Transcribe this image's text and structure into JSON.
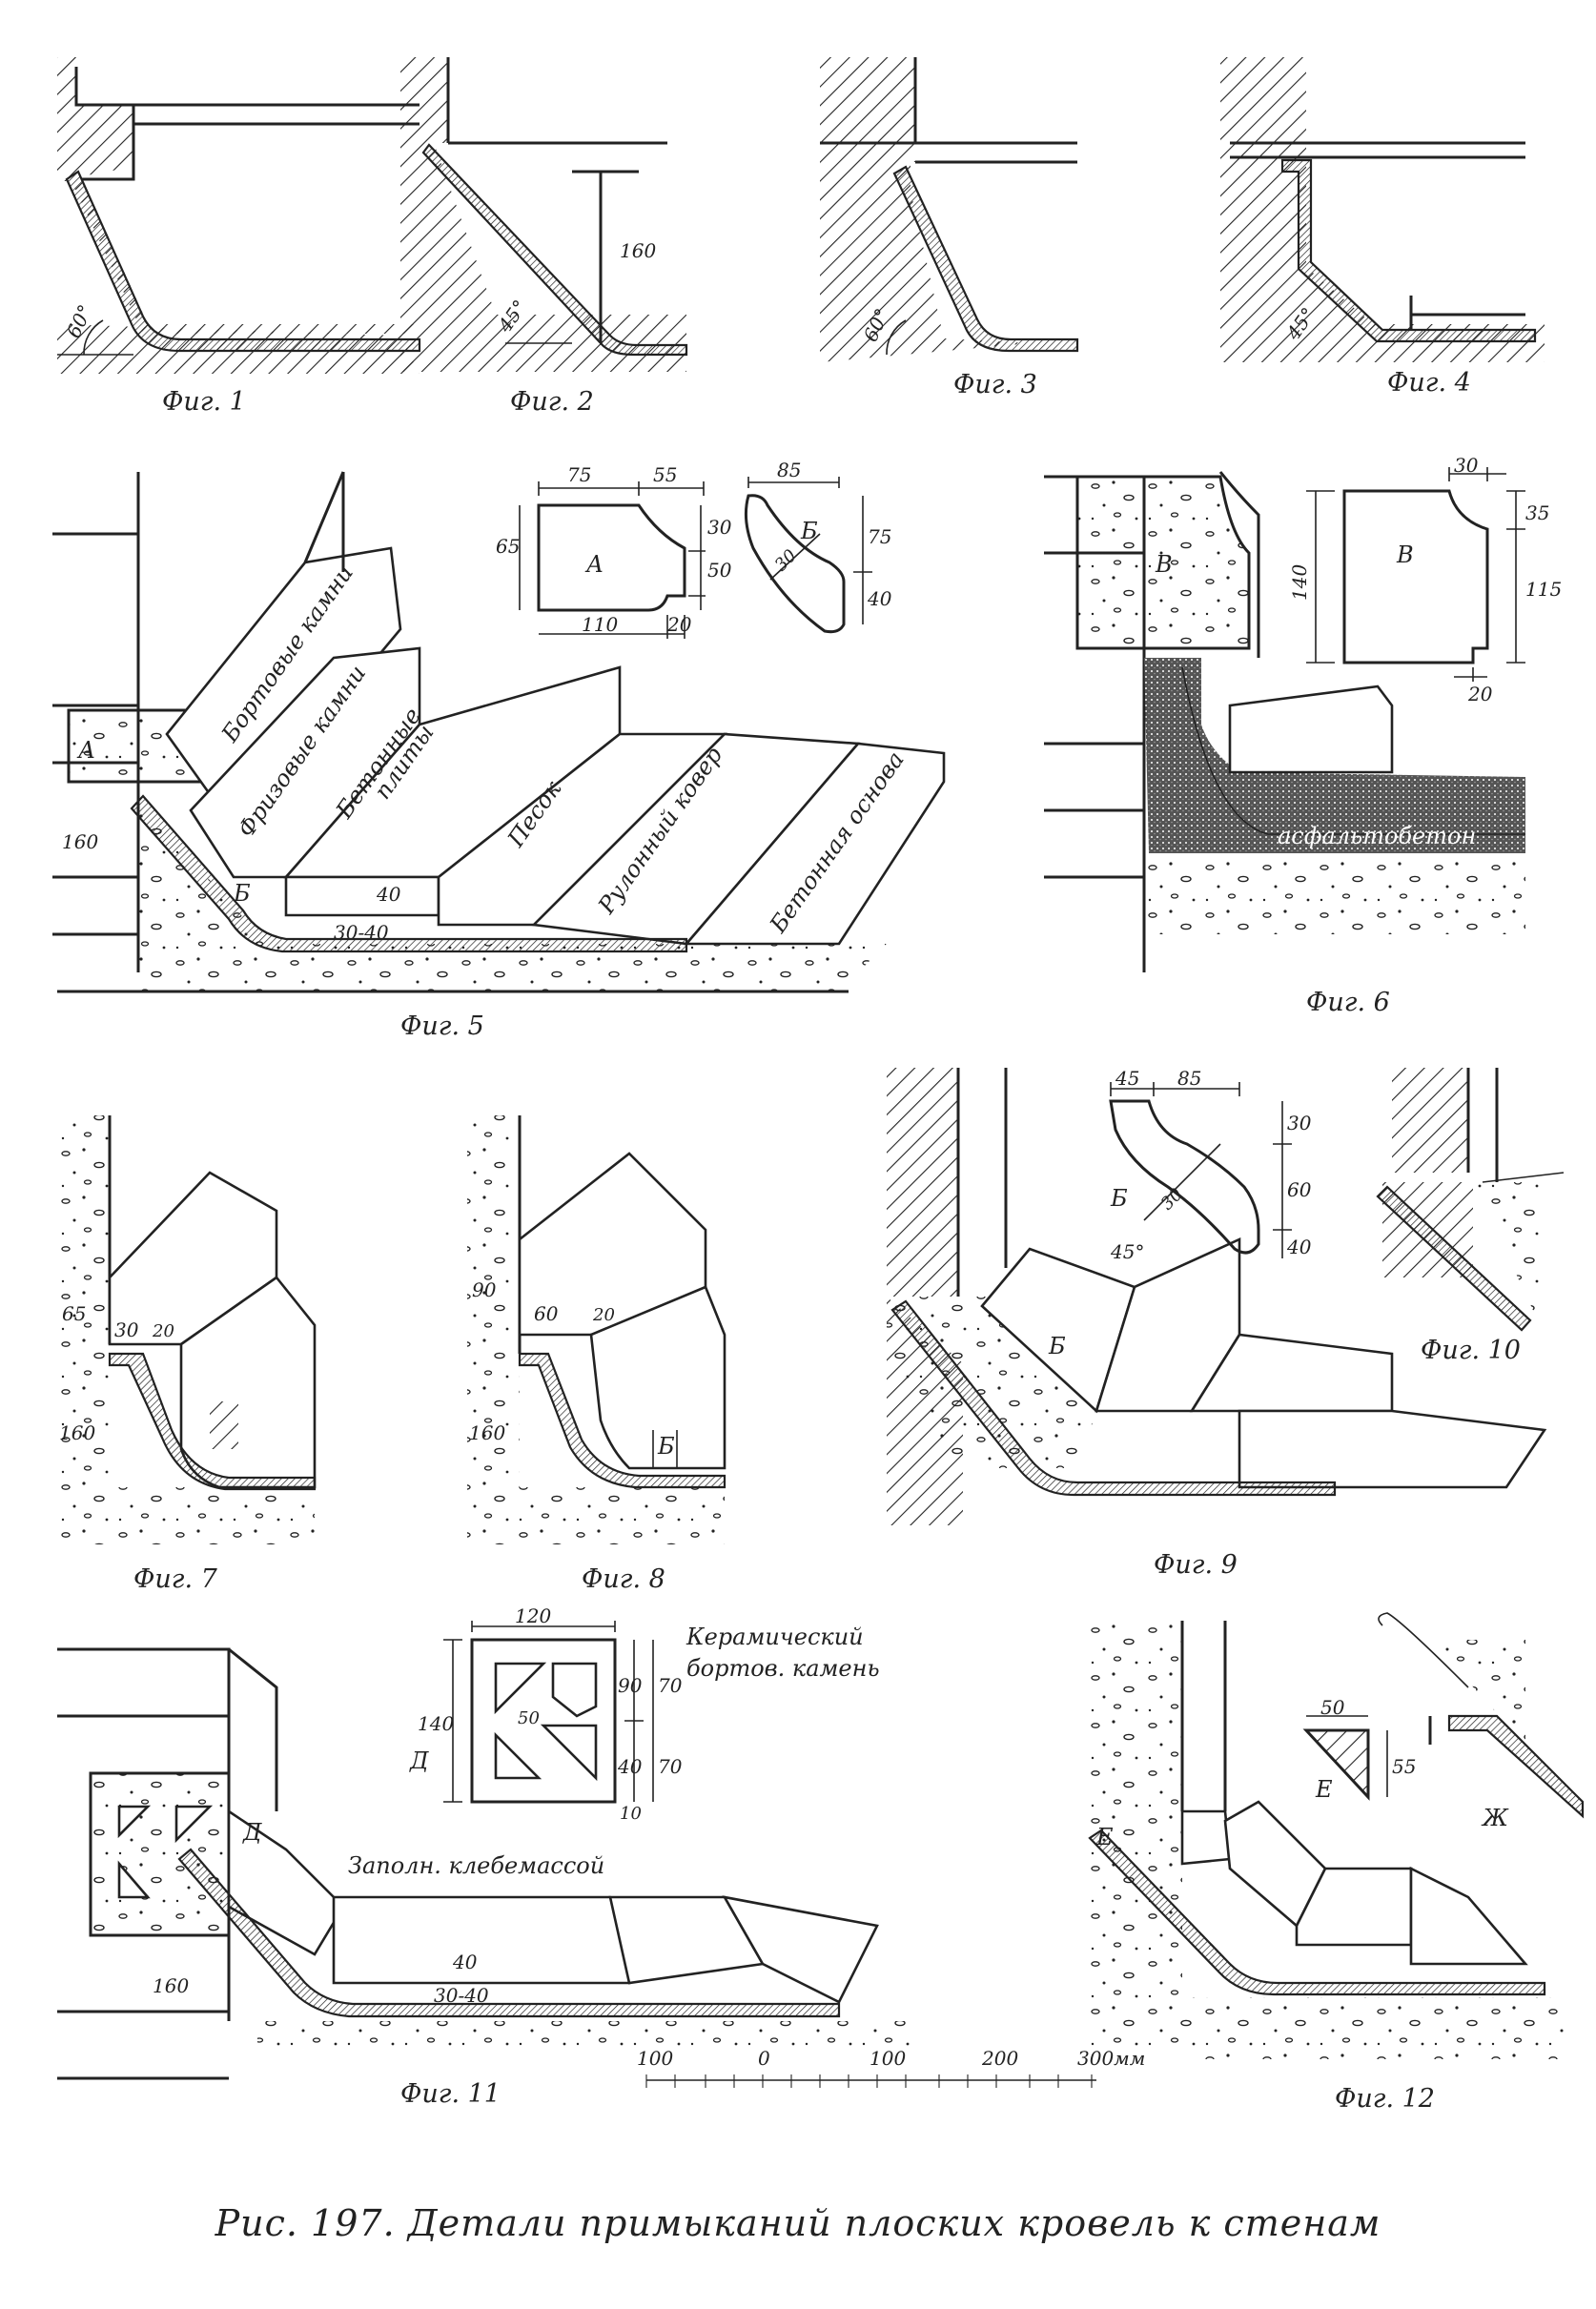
{
  "caption": "Рис. 197. Детали примыканий плоских кровель к стенам",
  "figures": [
    {
      "id": 1,
      "caption": "Фиг. 1",
      "labels": {
        "angle": "60°"
      }
    },
    {
      "id": 2,
      "caption": "Фиг. 2",
      "labels": {
        "angle": "45°",
        "height": "160"
      }
    },
    {
      "id": 3,
      "caption": "Фиг. 3",
      "labels": {
        "angle": "60°"
      }
    },
    {
      "id": 4,
      "caption": "Фиг. 4",
      "labels": {
        "angle": "45°"
      }
    },
    {
      "id": 5,
      "caption": "Фиг. 5",
      "labels": {
        "kerb_stones": "Бортовые камни",
        "frieze_stones": "Фризовые камни",
        "concrete_slabs_1": "Бетонные",
        "concrete_slabs_2": "плиты",
        "sand": "Песок",
        "roll_carpet": "Рулонный ковер",
        "concrete_base": "Бетонная основа",
        "mark_a": "А",
        "mark_b": "Б",
        "dim_160": "160",
        "dim_40": "40",
        "dim_30_40": "30-40"
      }
    },
    {
      "id": 6,
      "caption": "Фиг. 6",
      "labels": {
        "mark_v": "В",
        "asphalt": "асфальтобетон"
      }
    },
    {
      "id": 7,
      "caption": "Фиг. 7",
      "labels": {
        "dim_65": "65",
        "dim_30": "30",
        "dim_20": "20",
        "dim_160": "160"
      }
    },
    {
      "id": 8,
      "caption": "Фиг. 8",
      "labels": {
        "dim_90": "90",
        "dim_60": "60",
        "dim_20": "20",
        "dim_160": "160",
        "mark_b": "Б"
      }
    },
    {
      "id": 9,
      "caption": "Фиг. 9",
      "labels": {
        "mark_b": "Б"
      }
    },
    {
      "id": 10,
      "caption": "Фиг. 10",
      "labels": {}
    },
    {
      "id": 11,
      "caption": "Фиг. 11",
      "labels": {
        "ceramic_1": "Керамический",
        "ceramic_2": "бортов. камень",
        "fill_note": "Заполн. клебемассой",
        "mark_d": "Д",
        "dim_160": "160",
        "dim_40": "40",
        "dim_30_40": "30-40"
      }
    },
    {
      "id": 12,
      "caption": "Фиг. 12",
      "labels": {
        "mark_e": "Е",
        "mark_zh": "Ж"
      }
    }
  ],
  "profiles": {
    "A": {
      "mark": "А",
      "dims": [
        "75",
        "55",
        "65",
        "30",
        "50",
        "110",
        "20"
      ]
    },
    "B5": {
      "mark": "Б",
      "dims": [
        "85",
        "30",
        "75",
        "40"
      ]
    },
    "V": {
      "mark": "В",
      "dims": [
        "30",
        "140",
        "35",
        "115",
        "20"
      ]
    },
    "B9": {
      "mark": "Б",
      "dims": [
        "45",
        "85",
        "30",
        "60",
        "40",
        "30",
        "45°"
      ]
    },
    "D": {
      "mark": "Д",
      "dims": [
        "120",
        "140",
        "90",
        "70",
        "50",
        "40",
        "70",
        "10"
      ]
    },
    "E": {
      "mark": "Е",
      "dims": [
        "50",
        "55"
      ]
    }
  },
  "scale": {
    "ticks": [
      "100",
      "0",
      "100",
      "200",
      "300мм"
    ]
  }
}
